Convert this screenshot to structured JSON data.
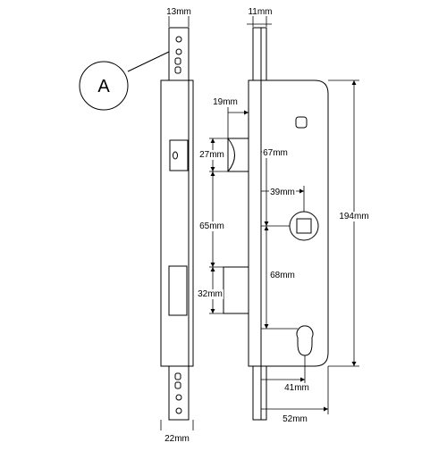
{
  "colors": {
    "line": "#000000",
    "background": "#ffffff"
  },
  "callout": {
    "label": "A"
  },
  "dimensions": {
    "top_strip_width": "13mm",
    "top_forend_width": "11mm",
    "bolt_offset": "19mm",
    "latch_height": "27mm",
    "latch_to_spindle": "67mm",
    "spindle_backset": "39mm",
    "latch_to_deadbolt": "65mm",
    "overall_height": "194mm",
    "spindle_to_cylinder": "68mm",
    "deadbolt_height": "32mm",
    "cylinder_backset": "41mm",
    "case_depth": "52mm",
    "bottom_strip_width": "22mm"
  }
}
